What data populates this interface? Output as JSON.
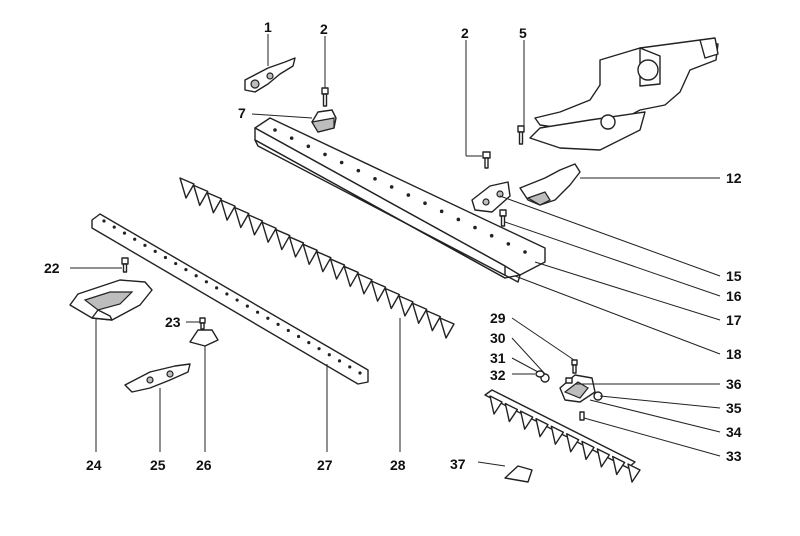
{
  "callouts": {
    "c1": "1",
    "c2a": "2",
    "c2b": "2",
    "c5": "5",
    "c7": "7",
    "c12": "12",
    "c15": "15",
    "c16": "16",
    "c17": "17",
    "c18": "18",
    "c22": "22",
    "c23": "23",
    "c24": "24",
    "c25": "25",
    "c26": "26",
    "c27": "27",
    "c28": "28",
    "c29": "29",
    "c30": "30",
    "c31": "31",
    "c32": "32",
    "c33": "33",
    "c34": "34",
    "c35": "35",
    "c36": "36",
    "c37": "37"
  },
  "colors": {
    "ink": "#222222",
    "paper": "#ffffff",
    "shade": "#bdbdbd"
  }
}
